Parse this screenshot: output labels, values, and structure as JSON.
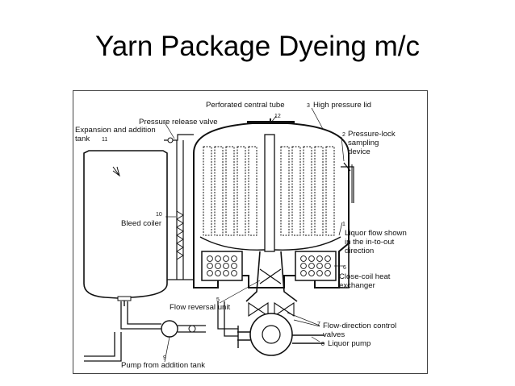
{
  "slide": {
    "title": "Yarn Package Dyeing m/c"
  },
  "diagram": {
    "labels": {
      "perforated_central_tube": "Perforated central tube",
      "high_pressure_lid": "High pressure lid",
      "pressure_release_valve": "Pressure release valve",
      "expansion_tank_1": "Expansion and addition",
      "expansion_tank_2": "tank",
      "pressure_lock_1": "Pressure-lock",
      "pressure_lock_2": "sampling",
      "pressure_lock_3": "device",
      "bleed_coiler": "Bleed coiler",
      "liquor_flow_1": "Liquor flow shown",
      "liquor_flow_2": "in the in-to-out",
      "liquor_flow_3": "direction",
      "heat_exchanger_1": "Close-coil heat",
      "heat_exchanger_2": "exchanger",
      "flow_reversal_unit": "Flow reversal unit",
      "flow_direction_1": "Flow-direction control",
      "flow_direction_2": "valves",
      "liquor_pump": "Liquor pump",
      "pump_addition_tank": "Pump from addition tank"
    },
    "numbers": {
      "n1": "1",
      "n2": "2",
      "n3": "3",
      "n5": "5",
      "n6": "6",
      "n7": "7",
      "n8": "8",
      "n9": "9",
      "n10": "10",
      "n11": "11",
      "n12": "12"
    }
  }
}
